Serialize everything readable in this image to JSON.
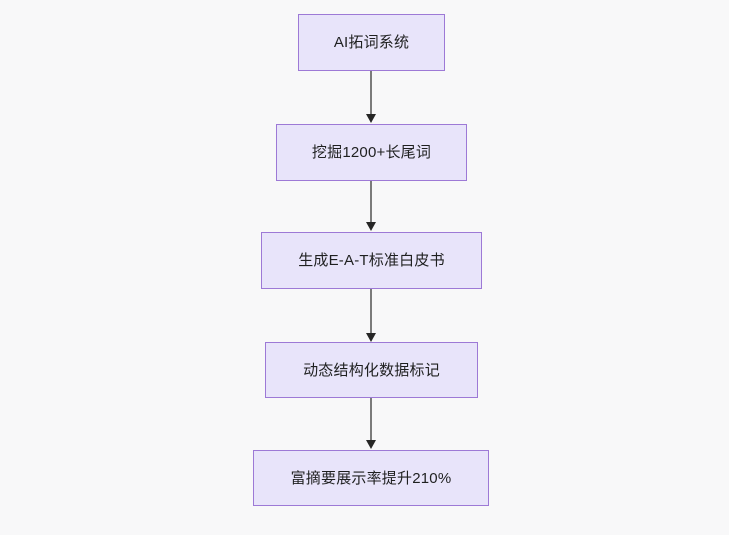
{
  "diagram": {
    "type": "flowchart",
    "direction": "top-to-bottom",
    "background_color": "#f8f8f9",
    "node_fill_color": "#e8e4fa",
    "node_border_color": "#9d79d6",
    "node_text_color": "#1f2020",
    "connector_color": "#7b7b7b",
    "arrowhead_color": "#262626",
    "nodes": [
      {
        "id": "n1",
        "label": "AI拓词系统"
      },
      {
        "id": "n2",
        "label": "挖掘1200+长尾词"
      },
      {
        "id": "n3",
        "label": "生成E-A-T标准白皮书"
      },
      {
        "id": "n4",
        "label": "动态结构化数据标记"
      },
      {
        "id": "n5",
        "label": "富摘要展示率提升210%"
      }
    ],
    "edges": [
      {
        "from": "n1",
        "to": "n2",
        "label": ""
      },
      {
        "from": "n2",
        "to": "n3",
        "label": ""
      },
      {
        "from": "n3",
        "to": "n4",
        "label": ""
      },
      {
        "from": "n4",
        "to": "n5",
        "label": ""
      }
    ]
  }
}
